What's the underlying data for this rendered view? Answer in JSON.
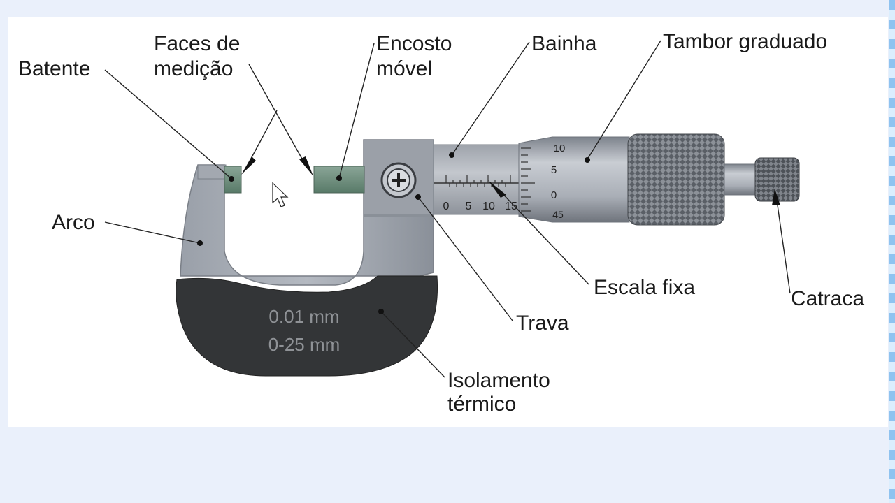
{
  "labels": {
    "batente": "Batente",
    "faces_line1": "Faces de",
    "faces_line2": "medição",
    "encosto_line1": "Encosto",
    "encosto_line2": "móvel",
    "bainha": "Bainha",
    "tambor": "Tambor graduado",
    "arco": "Arco",
    "escala_fixa": "Escala fixa",
    "trava": "Trava",
    "catraca": "Catraca",
    "isolamento_line1": "Isolamento",
    "isolamento_line2": "térmico"
  },
  "insulation_text": {
    "resolution": "0.01 mm",
    "range": "0-25 mm"
  },
  "sleeve_scale": [
    "0",
    "5",
    "10",
    "15"
  ],
  "thimble_scale": [
    "10",
    "5",
    "0",
    "45"
  ],
  "colors": {
    "frame": "#8d929b",
    "frame_dark": "#6e737c",
    "insulation": "#333537",
    "faces": "#6b8a7a",
    "leader": "#222222"
  }
}
